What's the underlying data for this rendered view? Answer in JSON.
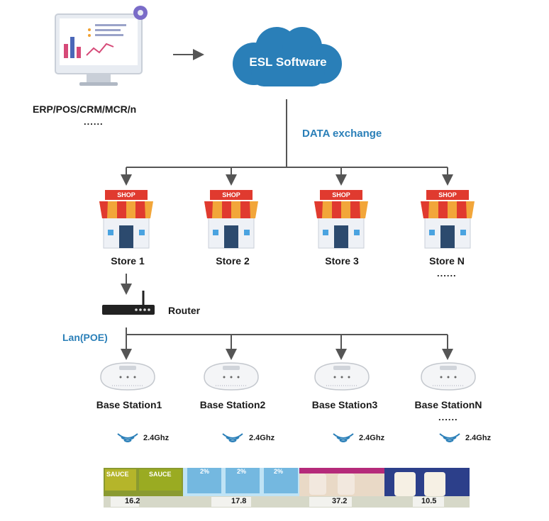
{
  "source": {
    "label": "ERP/POS/CRM/MCR/n",
    "ellipsis": "......"
  },
  "cloud": {
    "label": "ESL Software"
  },
  "exchange": {
    "label": "DATA exchange"
  },
  "stores": [
    {
      "sign": "SHOP",
      "label": "Store 1"
    },
    {
      "sign": "SHOP",
      "label": "Store 2"
    },
    {
      "sign": "SHOP",
      "label": "Store 3"
    },
    {
      "sign": "SHOP",
      "label": "Store N"
    }
  ],
  "store_ellipsis": "......",
  "router": {
    "label": "Router"
  },
  "lan": {
    "label": "Lan(POE)"
  },
  "stations": [
    {
      "label": "Base Station1",
      "freq": "2.4Ghz"
    },
    {
      "label": "Base Station2",
      "freq": "2.4Ghz"
    },
    {
      "label": "Base Station3",
      "freq": "2.4Ghz"
    },
    {
      "label": "Base StationN",
      "freq": "2.4Ghz"
    }
  ],
  "station_ellipsis": "......",
  "shelf": {
    "product_labels": [
      "SAUCE",
      "SAUCE",
      "2%",
      "2%",
      "2%"
    ],
    "prices": [
      "16.2",
      "17.8",
      "37.2",
      "10.5"
    ]
  },
  "colors": {
    "accent": "#2a7fb8",
    "cloud": "#2a7fb8",
    "shop_red": "#e03a2f",
    "line": "#555555"
  }
}
